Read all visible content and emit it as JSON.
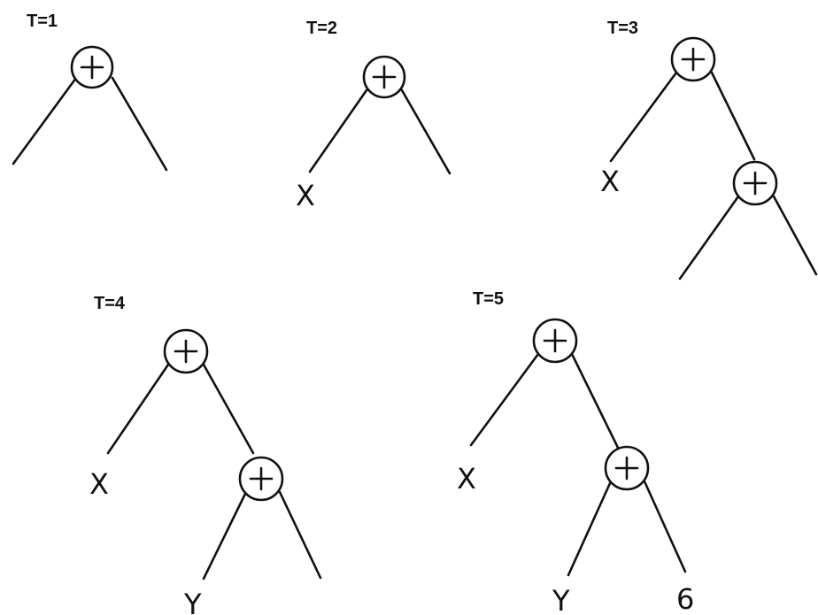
{
  "steps": [
    {
      "label": "T=1",
      "leaves": {
        "x": "",
        "y": "",
        "c": ""
      }
    },
    {
      "label": "T=2",
      "leaves": {
        "x": "X",
        "y": "",
        "c": ""
      }
    },
    {
      "label": "T=3",
      "leaves": {
        "x": "X",
        "y": "",
        "c": ""
      }
    },
    {
      "label": "T=4",
      "leaves": {
        "x": "X",
        "y": "Y",
        "c": ""
      }
    },
    {
      "label": "T=5",
      "leaves": {
        "x": "X",
        "y": "Y",
        "c": "6"
      }
    }
  ]
}
